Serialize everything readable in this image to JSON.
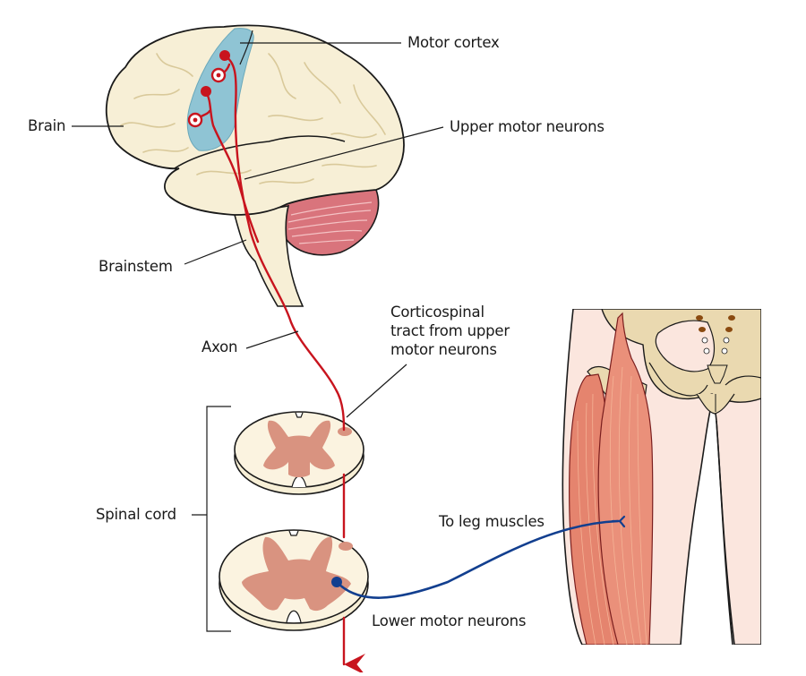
{
  "labels": {
    "motor_cortex": "Motor cortex",
    "brain": "Brain",
    "upper_motor_neurons": "Upper motor neurons",
    "brainstem": "Brainstem",
    "axon": "Axon",
    "corticospinal_line1": "Corticospinal",
    "corticospinal_line2": "tract from upper",
    "corticospinal_line3": "motor neurons",
    "spinal_cord": "Spinal cord",
    "to_leg_muscles": "To leg muscles",
    "lower_motor_neurons": "Lower motor neurons"
  },
  "colors": {
    "brain_fill": "#f7efd6",
    "brain_sulci": "#d9c99a",
    "outline": "#1a1a1a",
    "motor_cortex": "#8fc4d4",
    "upper_neuron": "#c8141e",
    "lower_neuron": "#123f8f",
    "cerebellum": "#d9747c",
    "gray_matter": "#d99380",
    "skin": "#fbe6de",
    "muscle": "#e5846e",
    "bone": "#ead9b0"
  }
}
